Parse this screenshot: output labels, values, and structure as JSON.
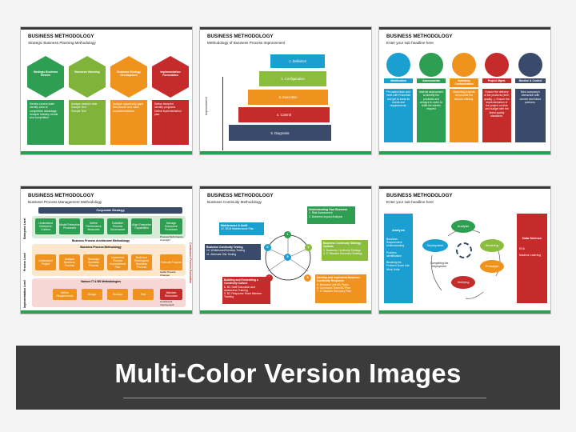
{
  "banner": {
    "title": "Multi-Color Version Images"
  },
  "slide1": {
    "title": "BUSINESS METHODOLOGY",
    "subtitle": "Strategic Business Planning Methodology",
    "steps": [
      {
        "label": "Strategic Business Review",
        "color": "#2e9f52",
        "bullets": "Review current state\nIdentify area of competitive advantage\nAnalyze industry trends and competition"
      },
      {
        "label": "Business Visioning",
        "color": "#7fb33a",
        "bullets": "Analyze desired state\nSample Text\nSample Text"
      },
      {
        "label": "Business Strategy Development",
        "color": "#f0931e",
        "bullets": "Analyze opportunity gaps\nBenchmark and make recommendations"
      },
      {
        "label": "Implementation Formulation",
        "color": "#c62b2b",
        "bullets": "Define blueprint\nIdentify programs\nDefine implementation plan"
      }
    ]
  },
  "slide2": {
    "title": "BUSINESS METHODOLOGY",
    "subtitle": "Methodology of Business Process Improvement",
    "axis_label": "Improvement",
    "steps": [
      {
        "label": "1. Definition",
        "color": "#1a9fd0"
      },
      {
        "label": "2. Configuration",
        "color": "#8bbd3c"
      },
      {
        "label": "3. Execution",
        "color": "#f0931e"
      },
      {
        "label": "4. Control",
        "color": "#c62b2b"
      },
      {
        "label": "5. Diagnosis",
        "color": "#3a4a6b"
      }
    ]
  },
  "slide3": {
    "title": "BUSINESS METHODOLOGY",
    "subtitle": "Enter your sub headline here",
    "cols": [
      {
        "label": "Mobilization",
        "color": "#1a9fd0",
        "text": "Pre-sales team and meet with Franchise and get to know its needs and requirements."
      },
      {
        "label": "Assessments",
        "color": "#2e9f52",
        "text": "Internal assessment to identify the products and analyze in order to fulfill the client's request"
      },
      {
        "label": "Solutions Customization",
        "color": "#f0931e",
        "text": "Marketing experts will provide the tailored offering."
      },
      {
        "label": "Project Mgmt.",
        "color": "#c62b2b",
        "text": "Ensure the delivery of the products (time, quality...). Ensure the implementation of the project on time and budget with the finest quality standards."
      },
      {
        "label": "Monitor & Control",
        "color": "#3a4a6b",
        "text": "Best company's interaction with current and future partners."
      }
    ]
  },
  "slide4": {
    "title": "BUSINESS METHODOLOGY",
    "subtitle": "Business Process Management Methodology",
    "header": "Corporate Strategy",
    "row_labels": [
      "Enterprise Level",
      "Process Level",
      "Implementation Level"
    ],
    "enterprise_boxes": [
      "Understand Enterprise Context",
      "Model Enterprise Processes",
      "Define Performance Measures",
      "Establish Process Governance",
      "Align Enterprise Capabilities",
      "Manage Enterprise Processes"
    ],
    "arch_label": "Business Process Architecture Methodology",
    "process_label": "Business Process Methodology",
    "process_boxes": [
      "Understand Project",
      "Analyze Business Process",
      "Redesign Business Process",
      "Implement Process Improvement Plan",
      "Build And Redesigned Business Process",
      "Execute Process"
    ],
    "it_label": "Various IT & BS Methodologies",
    "impl_boxes": [
      "Define Requirements",
      "Design",
      "Develop",
      "Test",
      "Maintain Resources"
    ],
    "side_label": "Continuous Process Evaluation",
    "notes": [
      "Process Performance Oversight",
      "Guide Process Changes",
      "Continuous Improvement"
    ]
  },
  "slide5": {
    "title": "BUSINESS METHODOLOGY",
    "subtitle": "Business Continuity Methodology",
    "boxes": [
      {
        "title": "Understanding Your Business",
        "lines": "1. Risk Assessment\n2. Business Impact Analysis",
        "color": "#2e9f52"
      },
      {
        "title": "Business Continuity Strategy Options",
        "lines": "3. Business Continuity Strategy\n4. IT Disaster Recovery Strategy",
        "color": "#8bbd3c"
      },
      {
        "title": "Develop and Implement Business Continuity Response",
        "lines": "5. Business Unit BC Plans\n6. Command Team BC Plan\n7. IT Disaster Recovery Plan",
        "color": "#f0931e"
      },
      {
        "title": "Building and Embedding a Continuity Culture",
        "lines": "8. BC Staff Education and Awareness Training\n9. BC Response Team Member Training",
        "color": "#c62b2b"
      },
      {
        "title": "Business Continuity Testing",
        "lines": "10. Whiteboard/Desktop Testing\n11. Alternate Site Testing",
        "color": "#3a4a6b"
      },
      {
        "title": "Maintenance & Audit",
        "lines": "12. BCM Maintenance Plan",
        "color": "#1a9fd0"
      }
    ],
    "nums": [
      "1",
      "2",
      "3",
      "4",
      "5",
      "6"
    ]
  },
  "slide6": {
    "title": "BUSINESS METHODOLOGY",
    "subtitle": "Enter your sub headline here",
    "left_title": "Analysis",
    "left_items": [
      "Business Requirement Understanding",
      "Problem Identification",
      "Breaking the Problem Down into Work Units"
    ],
    "right_title": "Data Science",
    "right_items": [
      "EDA",
      "Machine Learning"
    ],
    "cycle": [
      "Analysis",
      "Modeling",
      "Prototype",
      "Verifying",
      "Deployment"
    ],
    "center": "Completing the Deployment"
  }
}
